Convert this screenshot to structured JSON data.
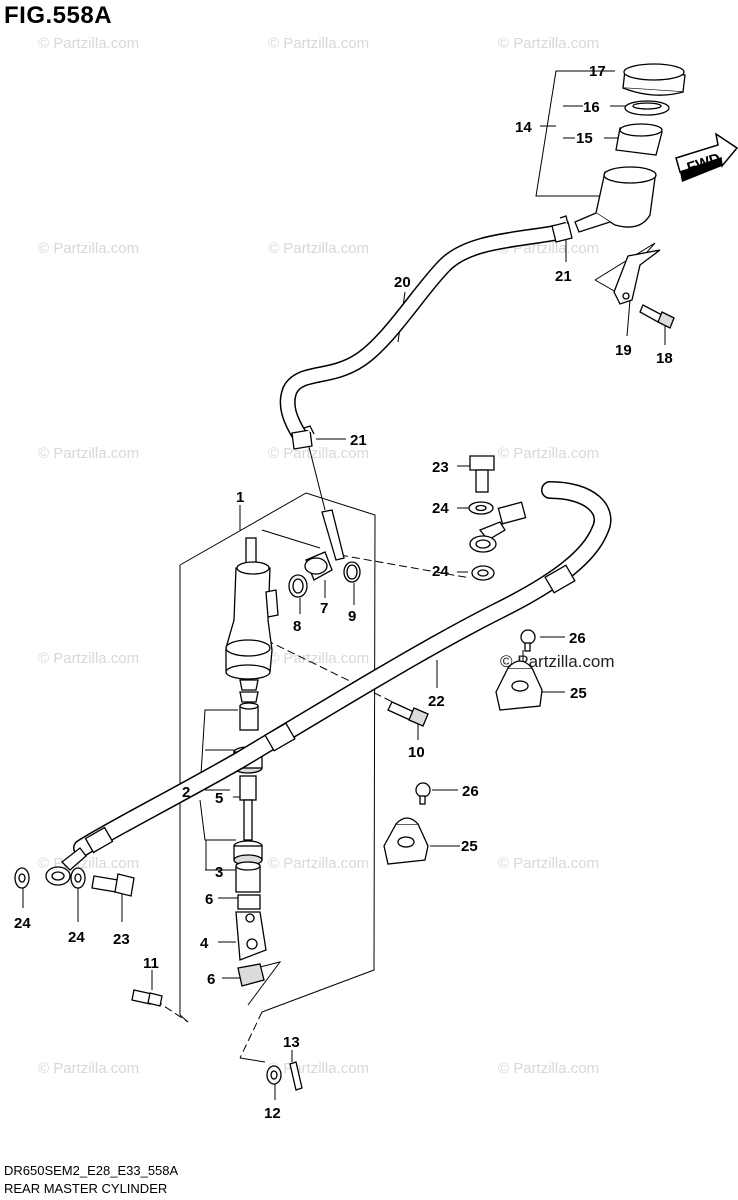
{
  "figure": {
    "title": "FIG.558A",
    "model_code": "DR650SEM2_E28_E33_558A",
    "name": "REAR MASTER CYLINDER"
  },
  "watermark": {
    "text": "© Partzilla.com",
    "prominent_text": "© Partzilla.com",
    "color": "#d8d8d8"
  },
  "badge": {
    "text": "FWD"
  },
  "callouts": {
    "c1": "1",
    "c2": "2",
    "c3": "3",
    "c4": "4",
    "c5": "5",
    "c6a": "6",
    "c6b": "6",
    "c7": "7",
    "c8": "8",
    "c9": "9",
    "c10": "10",
    "c11": "11",
    "c12": "12",
    "c13": "13",
    "c14": "14",
    "c15": "15",
    "c16": "16",
    "c17": "17",
    "c18": "18",
    "c19": "19",
    "c20": "20",
    "c21a": "21",
    "c21b": "21",
    "c22": "22",
    "c23a": "23",
    "c23b": "23",
    "c24a": "24",
    "c24b": "24",
    "c24c": "24",
    "c24d": "24",
    "c25a": "25",
    "c25b": "25",
    "c26a": "26",
    "c26b": "26"
  }
}
